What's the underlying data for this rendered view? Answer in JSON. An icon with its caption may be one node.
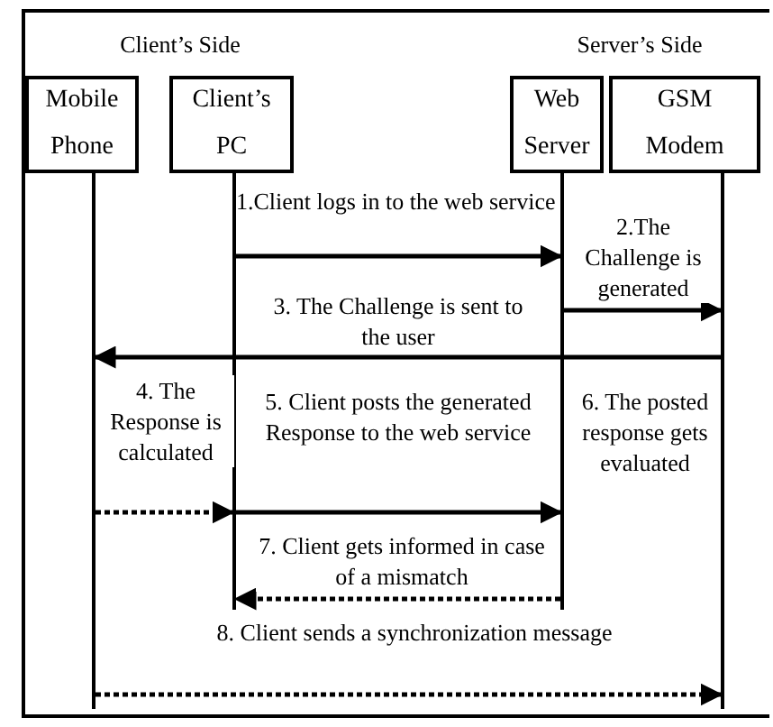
{
  "diagram": {
    "nodes": [
      {
        "text": [
          "Mobile Phone"
        ]
      },
      {
        "text": [
          "Client’s PC"
        ]
      },
      {
        "text": [
          "Web Server"
        ]
      },
      {
        "text": [
          "GSM Modem"
        ]
      },
      {
        "text": [],
        "shape": "bar"
      },
      {
        "text": [],
        "shape": "bar"
      },
      {
        "text": [],
        "shape": "bar"
      },
      {
        "text": [],
        "shape": "bar"
      }
    ],
    "edges": [
      {
        "from": 5,
        "to": 6,
        "arrow": "to",
        "label": "1.Client logs in to the web service"
      },
      {
        "from": 6,
        "to": 7,
        "arrow": "to",
        "label": "2.The Challenge is generated"
      },
      {
        "from": 7,
        "to": 4,
        "arrow": "to",
        "label": "3. The Challenge is sent to the user"
      },
      {
        "from": 4,
        "to": 5,
        "arrow": "to",
        "label": "4. The Response is calculated",
        "style": "dashed"
      },
      {
        "from": 5,
        "to": 6,
        "arrow": "to",
        "label": "5. Client posts the generated Response to the web service"
      },
      {
        "from": 6,
        "to": 5,
        "arrow": "to",
        "label": "7. Client gets informed in case of a mismatch",
        "style": "dashed"
      },
      {
        "from": 4,
        "to": 7,
        "arrow": "to",
        "label": "8. Client sends a synchronization message",
        "style": "dashed"
      }
    ],
    "labels": [
      "Client’s Side",
      "Server’s Side",
      "6. The posted response gets evaluated"
    ]
  }
}
